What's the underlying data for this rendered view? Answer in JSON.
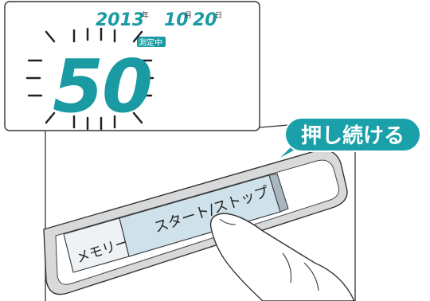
{
  "display": {
    "year": "2013",
    "year_unit": "年",
    "month": "10",
    "month_unit": "月",
    "day": "20",
    "day_unit": "日",
    "status_badge": "測定中",
    "reading": "50"
  },
  "device": {
    "memory_button_label": "メモリー",
    "start_stop_button_label": "スタート/ストップ"
  },
  "callout": {
    "text": "押し続ける"
  },
  "colors": {
    "lcd_teal": "#1a9aa2",
    "callout_bg": "#1aa0a8",
    "button_blue": "#cfe1ea",
    "device_grey": "#b8babd"
  }
}
